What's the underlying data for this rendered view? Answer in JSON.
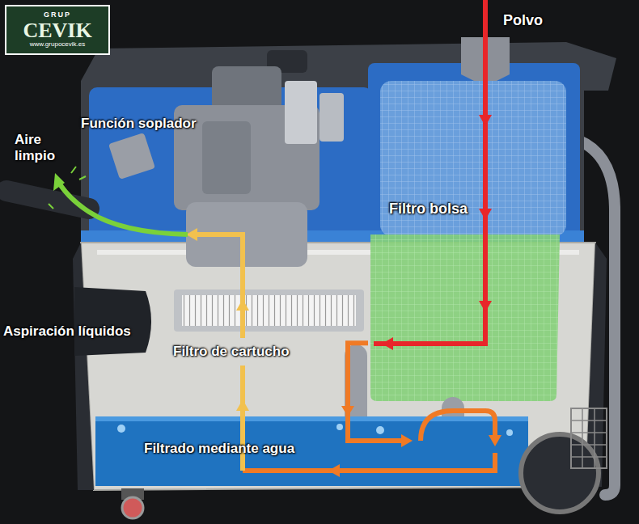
{
  "diagram": {
    "nodes": [
      {
        "text": [
          "GRUP",
          "CEVIK",
          "www.grupocevik.es"
        ]
      },
      {
        "text": [
          "Filtro bolsa"
        ]
      },
      {
        "text": [
          "Filtrado mediante agua"
        ]
      }
    ],
    "edges": [
      {
        "from": 1,
        "to": 2,
        "arrow": "to"
      }
    ],
    "labels": [
      "Polvo",
      "Función soplador",
      "Aire limpio",
      "Aspiración líquidos",
      "Filtro de cartucho"
    ]
  }
}
